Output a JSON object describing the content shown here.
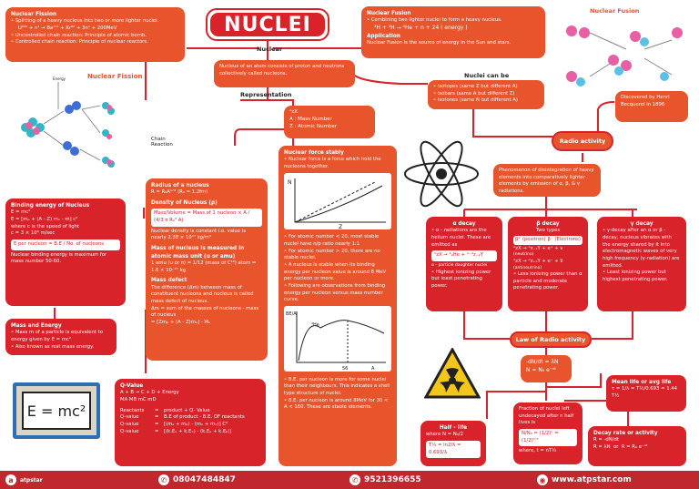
{
  "title": "NUCLEI",
  "labels": {
    "nuclear": "Nuclear",
    "representation": "Representation",
    "nuclei_can_be": "Nuclei can be",
    "nuclear_fission_diagram": "Nuclear Fission",
    "chain_reaction": "Chain Reaction",
    "nuclear_fusion_diagram": "Nuclear Fusion",
    "energy": "Energy"
  },
  "fission_box": {
    "heading": "Nuclear Fission",
    "items": [
      "Splitting of a heavy nucleus into two or more lighter nuclei.",
      "Uncontrolled chain reaction: Principle of atomic bomb.",
      "Controlled chain reaction: Principle of nuclear reactors."
    ],
    "equation": "U²³⁵ + n¹ → Ba¹⁴¹ + Kr⁹² + 3n¹ + 200MeV"
  },
  "fusion_box": {
    "heading": "Nuclear Fusion",
    "items": [
      "Combining two lighter nuclei to form a heavy nucleus."
    ],
    "equation": "²H + ²H → ⁴He + n + 24 ( energy )",
    "app_heading": "Application",
    "app_text": "Nuclear Fusion is the source of energy in the Sun and stars."
  },
  "atom_def": "Nucleus of an atom consists of proton and neutrons collectively called nucleons.",
  "nuclei_types": [
    "Isotopes (same Z but different A)",
    "Isobars (same A but different Z)",
    "Isotones (same N but different A)"
  ],
  "representation": {
    "symbol": "ᴬᴢX",
    "a": "A : Mass Number",
    "z": "Z : Atomic Number"
  },
  "discovered": "Discovered by Henri Becquerel in 1896",
  "radioactivity": "Radio activity",
  "phenomenon": "Phenomenon of disintegration of heavy elements into comparatively lighter elements by emission of α, β, & γ radiations.",
  "binding": {
    "heading": "Binding energy of Nucleus",
    "eq1": "E = mc²",
    "eq2": "E = [mₚ + (A - Z) mₙ - m] c²",
    "where": "where c is the speed of light",
    "c_val": "c = 3 × 10⁸ m/sec",
    "eq3": "E per nucleon = B.E / No. of nucleons",
    "max": "Nuclear binding energy is maximum for mass number 50-60."
  },
  "radius": {
    "r_heading": "Radius of a nucleus",
    "r_eq": "R = R₀A¹ᐟ³ (R₀ = 1.2fm)",
    "d_heading": "Density of Nucleus (ρ)",
    "d_eq": "Mass/Volume = Mass of 1 nucleon × A / (4/3 π R₀³ A)",
    "d1": "Nuclear density is constant i.e. value is nearly 2.38 × 10¹⁷ kg/m³",
    "m_heading": "Mass of nucleus is measured in atomic mass unit (u or amu)",
    "m_eq": "1 amu (u or π) = 1/12 (mass of C¹²) atom = 1.6 × 10⁻²⁷ kg",
    "md_heading": "Mass defect",
    "md_text": "The difference (Δm) between mass of constituent nucleons and nucleus is called mass defect of nucleus.",
    "md_eq1": "Δm = sum of the masses of nucleons - mass of nucleus",
    "md_eq2": "= [Zmₚ + (A - Z)mₙ] - Mₙ"
  },
  "force": {
    "heading": "Nuclear force stably",
    "items": [
      "Nuclear force is a force which hold the nucleons together.",
      "For atomic number < 20, most stable nuclei have n/p ratio nearly 1:1",
      "For atomic number > 20, there are no stable nuclei.",
      "A nucleus is stable when its binding energy per nucleon value is around 8 MeV per nucleon or more.",
      "Following are observations from binding energy per nucleon versus mass number curve."
    ],
    "graph_n": "N",
    "graph_z": "Z",
    "graph2_y": "BE/A",
    "graph2_x": "A",
    "graph2_fe": "56",
    "graph2_he": "⁴He",
    "notes": [
      "B.E. per nucleon is more for some nuclei than their neighbours. This indicates a shell type structure of nuclei.",
      "B.E. per nucleon is around 8MeV for 30 < A < 160. These are stable elements."
    ]
  },
  "mass_energy": {
    "heading": "Mass and Energy",
    "items": [
      "Mass m of a particle is equivalent to energy given by E = mc²",
      "Also known as rest mass energy."
    ],
    "board": "E = mc²"
  },
  "qvalue": {
    "heading": "Q-Value",
    "eq1": "A + B → C + D + Energy",
    "eq2": "MA MB  mC mD",
    "rows": [
      [
        "Reactants",
        "=",
        "product + Q- Value"
      ],
      [
        "Q-value",
        "=",
        "B.E of product - B.E. OF reactants"
      ],
      [
        "Q-value",
        "=",
        "[(mₐ + mᵦ) - (mₒ + mₓ)] C²"
      ],
      [
        "Q-value",
        "=",
        "[(k.Eₒ + k.Eₓ) - (k.Eₐ + k.Eᵦ)]"
      ]
    ]
  },
  "alpha": {
    "heading": "α decay",
    "text": "α - radiations are the helium nuclei. These are emitted as",
    "eq": "ᴬᴢX → ⁴₂He + ᴬ⁻⁴ᴢ₋₂Y",
    "sub": "α - particle   daughter nuclei",
    "note": "Highest ionizing power but least penetrating power."
  },
  "beta": {
    "heading": "β decay",
    "sub": "Two types",
    "b1": "β⁺ (positron)",
    "b2": "β⁻ (Electrons)",
    "eq1": "ᴬᴢX → ᴬᴢ₋₁Y + e⁺ + ν",
    "eq2": "ᴬᴢX → ᴬᴢ₊₁Y + e⁻ + ν̅",
    "lbl1": "(neutrino)",
    "lbl2": "(antineutrino)",
    "note": "Less ionizing power than α particle and moderate penetrating power."
  },
  "gamma": {
    "heading": "γ decay",
    "text": "γ-decay after an α or β - decay, nucleus vibrates with the energy shared by it into electromagnetic waves of very high frequency (γ-radiation) are emitted.",
    "note": "Least ionizing power but highest penetrating power."
  },
  "law": {
    "heading": "Law of Radio activity",
    "eq1": "-dN/dt = λN",
    "eq2": "N = N₀ e⁻ᵅᵗ"
  },
  "half_life": {
    "heading": "Half - life",
    "eq1": "T½ = ln2/λ = 0.693/λ",
    "where": "where N = N₀/2"
  },
  "fraction": {
    "heading": "Fraction of nuclei left undecayed after n half lives is",
    "eq": "N/N₀ = (1/2)ⁿ = (1/2)ᵗᐟᵀ",
    "where": "where, t = nT½"
  },
  "mean_life": {
    "heading": "Mean life or avg life",
    "eq": "τ = 1/λ = T½/0.693 = 1.44 T½"
  },
  "decay_rate": {
    "heading": "Decay rate or activity",
    "eq1": "R = -dN/dt",
    "eq2": "R = λN",
    "eq3": "R = R₀ e⁻ᵅᵗ",
    "or": "or"
  },
  "footer": {
    "brand": "atpstar",
    "phone1": "08047484847",
    "phone2": "9521396655",
    "web": "www.atpstar.com"
  },
  "colors": {
    "primary": "#d8232a",
    "secondary": "#e8552c",
    "footer": "#c0282e"
  }
}
